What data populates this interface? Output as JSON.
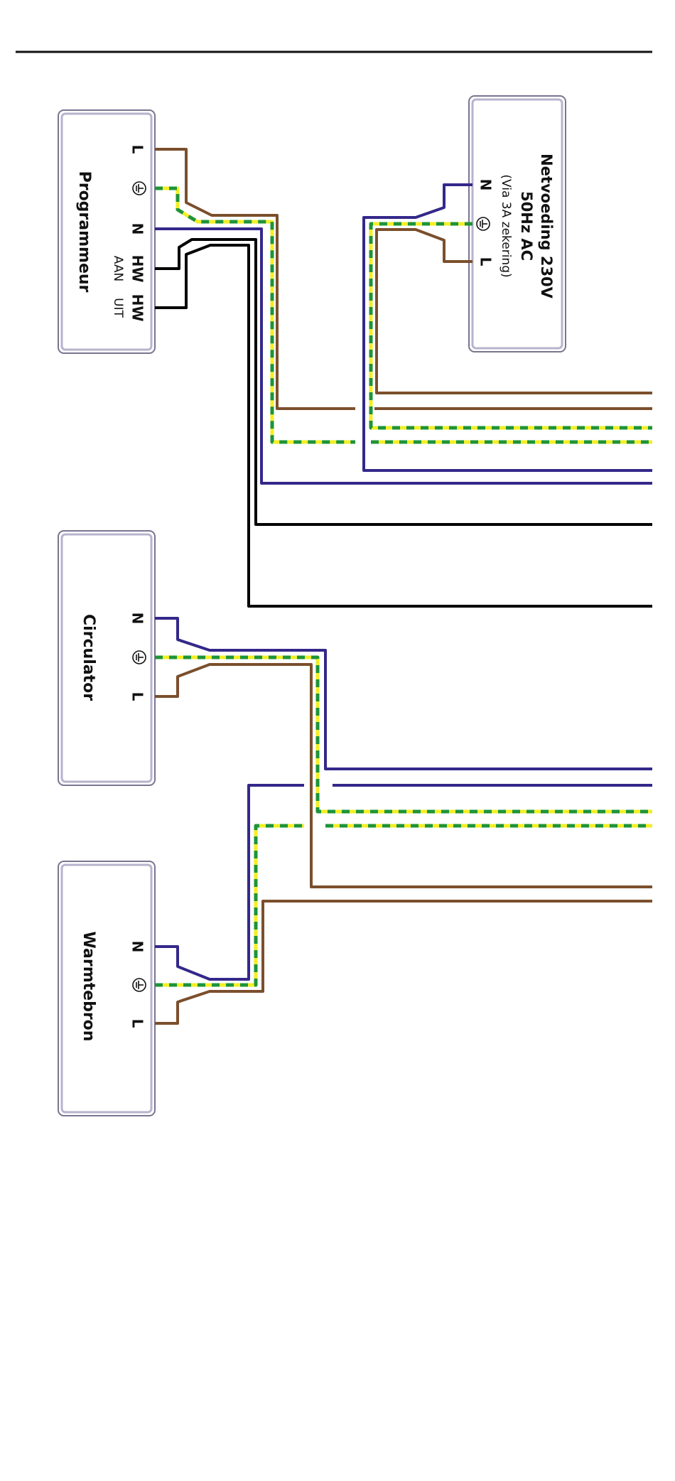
{
  "colors": {
    "live": "#7b4f2c",
    "neutral": "#34288a",
    "switch": "#000000",
    "earth_primary": "#f2ee27",
    "earth_secondary": "#1e9438"
  },
  "components": {
    "programmer": {
      "name": "Programmeur",
      "terminals": {
        "live": "L",
        "earth": "earth-icon",
        "neutral": "N",
        "hw_on_top": "HW",
        "hw_on_bottom": "AAN",
        "hw_off_top": "HW",
        "hw_off_bottom": "UIT"
      }
    },
    "mains": {
      "title_line1": "Netvoeding 230V",
      "title_line2": "50Hz AC",
      "title_line3": "(Via 3A zekering)",
      "terminals": {
        "neutral": "N",
        "earth": "earth-icon",
        "live": "L"
      }
    },
    "circulator": {
      "name": "Circulator",
      "terminals": {
        "neutral": "N",
        "earth": "earth-icon",
        "live": "L"
      }
    },
    "heat_source": {
      "name": "Warmtebron",
      "terminals": {
        "neutral": "N",
        "earth": "earth-icon",
        "live": "L"
      }
    }
  }
}
